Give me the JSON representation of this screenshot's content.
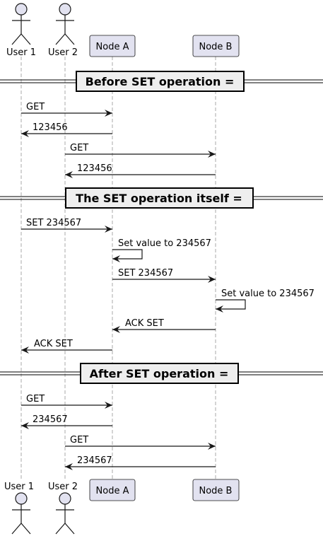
{
  "participants": {
    "user1": "User 1",
    "user2": "User 2",
    "nodeA": "Node A",
    "nodeB": "Node B"
  },
  "sections": [
    "Before SET operation =",
    "The SET operation itself =",
    "After SET operation ="
  ],
  "messages": [
    {
      "from": "user1",
      "to": "nodeA",
      "label": "GET"
    },
    {
      "from": "nodeA",
      "to": "user1",
      "label": "123456"
    },
    {
      "from": "user2",
      "to": "nodeB",
      "label": "GET"
    },
    {
      "from": "nodeB",
      "to": "user2",
      "label": "123456"
    },
    {
      "from": "user1",
      "to": "nodeA",
      "label": "SET 234567"
    },
    {
      "from": "nodeA",
      "to": "nodeA",
      "label": "Set value to 234567"
    },
    {
      "from": "nodeA",
      "to": "nodeB",
      "label": "SET 234567"
    },
    {
      "from": "nodeB",
      "to": "nodeB",
      "label": "Set value to 234567"
    },
    {
      "from": "nodeB",
      "to": "nodeA",
      "label": "ACK SET"
    },
    {
      "from": "nodeA",
      "to": "user1",
      "label": "ACK SET"
    },
    {
      "from": "user1",
      "to": "nodeA",
      "label": "GET"
    },
    {
      "from": "nodeA",
      "to": "user1",
      "label": "234567"
    },
    {
      "from": "user2",
      "to": "nodeB",
      "label": "GET"
    },
    {
      "from": "nodeB",
      "to": "user2",
      "label": "234567"
    }
  ]
}
